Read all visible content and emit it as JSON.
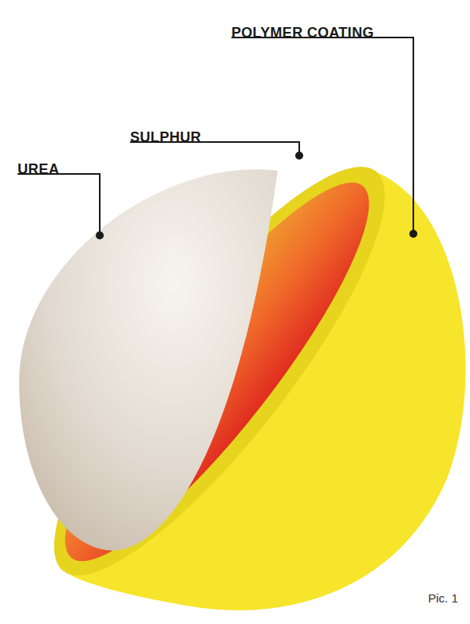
{
  "diagram": {
    "caption": "Pic. 1",
    "labels": [
      "POLYMER COATING",
      "SULPHUR",
      "UREA"
    ]
  }
}
